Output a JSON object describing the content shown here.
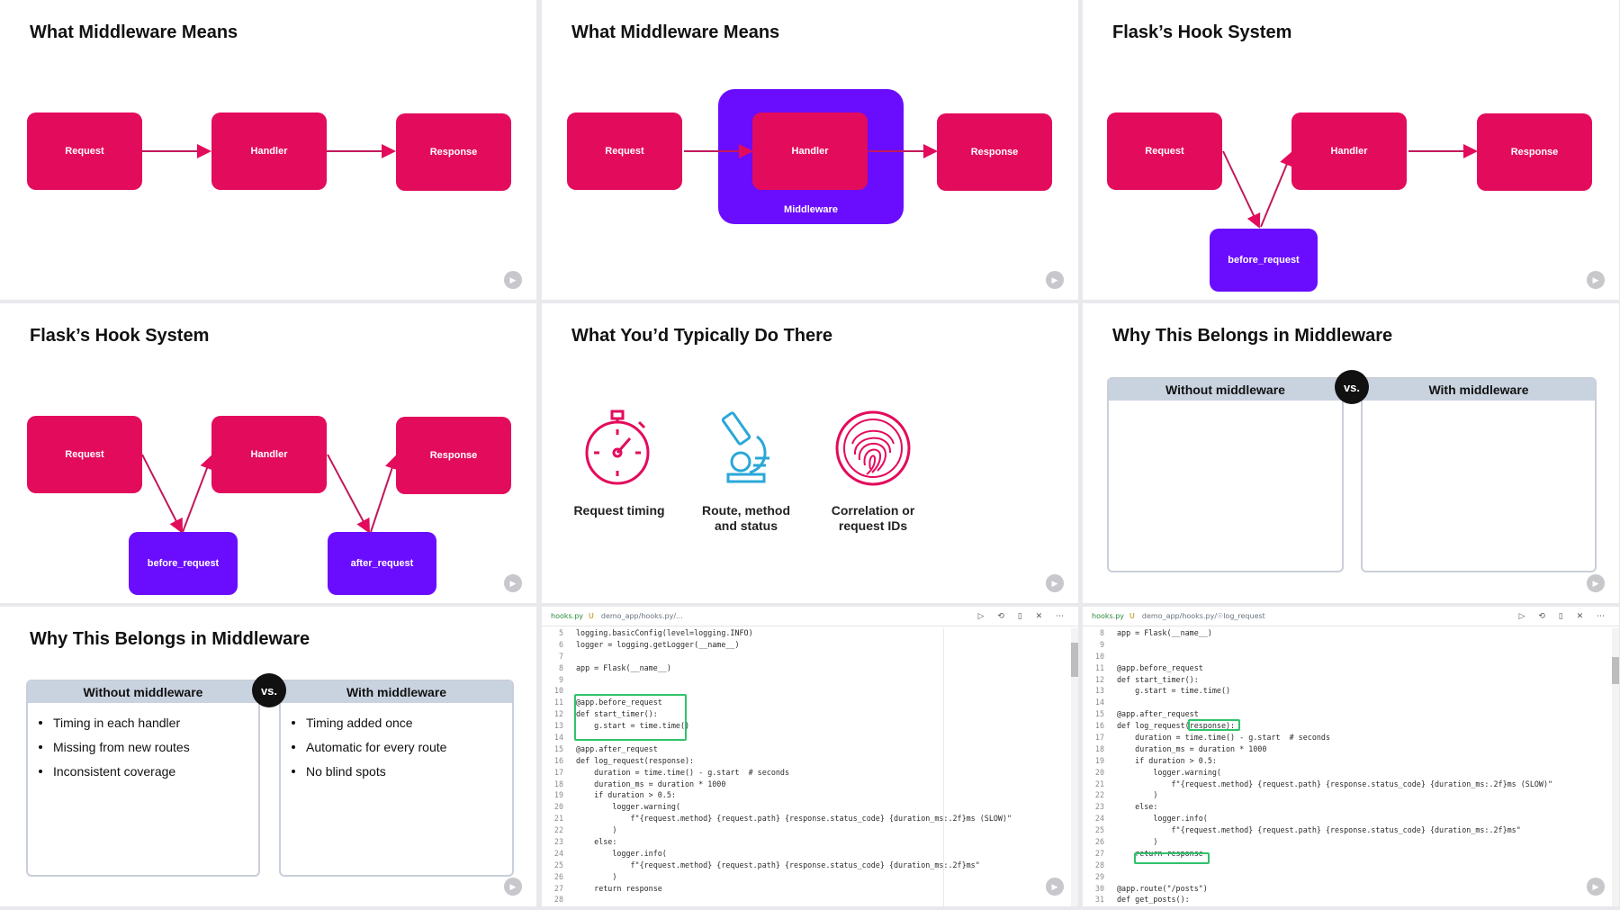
{
  "slides": {
    "s1": {
      "title": "What Middleware Means",
      "boxes": [
        "Request",
        "Handler",
        "Response"
      ]
    },
    "s2": {
      "title": "What Middleware Means",
      "boxes": [
        "Request",
        "Handler",
        "Response"
      ],
      "middleware": "Middleware"
    },
    "s3": {
      "title": "Flask’s Hook System",
      "boxes": [
        "Request",
        "Handler",
        "Response"
      ],
      "hooks": [
        "before_request"
      ]
    },
    "s4": {
      "title": "Flask’s Hook System",
      "boxes": [
        "Request",
        "Handler",
        "Response"
      ],
      "hooks": [
        "before_request",
        "after_request"
      ]
    },
    "s5": {
      "title": "What You’d Typically Do There",
      "items": [
        {
          "icon": "stopwatch-icon",
          "label": "Request timing",
          "color": "#e30b5c"
        },
        {
          "icon": "microscope-icon",
          "label": "Route, method\nand status",
          "color": "#2aa7d8"
        },
        {
          "icon": "fingerprint-icon",
          "label": "Correlation or\nrequest IDs",
          "color": "#e30b5c"
        }
      ]
    },
    "s6": {
      "title": "Why This Belongs in Middleware",
      "left_head": "Without middleware",
      "right_head": "With middleware",
      "vs": "vs."
    },
    "s7": {
      "title": "Why This Belongs in Middleware",
      "left_head": "Without middleware",
      "right_head": "With middleware",
      "vs": "vs.",
      "left_items": [
        "Timing in each handler",
        "Missing from new routes",
        "Inconsistent coverage"
      ],
      "right_items": [
        "Timing added once",
        "Automatic for every route",
        "No blind spots"
      ]
    },
    "s8": {
      "tab": {
        "file": "hooks.py",
        "status": "U",
        "path": "demo_app/hooks.py/..."
      },
      "lines": [
        {
          "n": "5",
          "t": "logging.basicConfig(level=logging.INFO)"
        },
        {
          "n": "6",
          "t": "logger = logging.getLogger(__name__)"
        },
        {
          "n": "7",
          "t": ""
        },
        {
          "n": "8",
          "t": "app = Flask(__name__)"
        },
        {
          "n": "9",
          "t": ""
        },
        {
          "n": "10",
          "t": ""
        },
        {
          "n": "11",
          "t": "@app.before_request"
        },
        {
          "n": "12",
          "t": "def start_timer():"
        },
        {
          "n": "13",
          "t": "    g.start = time.time()"
        },
        {
          "n": "14",
          "t": ""
        },
        {
          "n": "15",
          "t": "@app.after_request"
        },
        {
          "n": "16",
          "t": "def log_request(response):"
        },
        {
          "n": "17",
          "t": "    duration = time.time() - g.start  # seconds"
        },
        {
          "n": "18",
          "t": "    duration_ms = duration * 1000"
        },
        {
          "n": "19",
          "t": "    if duration > 0.5:"
        },
        {
          "n": "20",
          "t": "        logger.warning("
        },
        {
          "n": "21",
          "t": "            f\"{request.method} {request.path} {response.status_code} {duration_ms:.2f}ms (SLOW)\""
        },
        {
          "n": "22",
          "t": "        )"
        },
        {
          "n": "23",
          "t": "    else:"
        },
        {
          "n": "24",
          "t": "        logger.info("
        },
        {
          "n": "25",
          "t": "            f\"{request.method} {request.path} {response.status_code} {duration_ms:.2f}ms\""
        },
        {
          "n": "26",
          "t": "        )"
        },
        {
          "n": "27",
          "t": "    return response"
        },
        {
          "n": "28",
          "t": ""
        }
      ]
    },
    "s9": {
      "tab": {
        "file": "hooks.py",
        "status": "U",
        "path": "demo_app/hooks.py/☉log_request"
      },
      "lines": [
        {
          "n": "8",
          "t": "app = Flask(__name__)"
        },
        {
          "n": "9",
          "t": ""
        },
        {
          "n": "10",
          "t": ""
        },
        {
          "n": "11",
          "t": "@app.before_request"
        },
        {
          "n": "12",
          "t": "def start_timer():"
        },
        {
          "n": "13",
          "t": "    g.start = time.time()"
        },
        {
          "n": "14",
          "t": ""
        },
        {
          "n": "15",
          "t": "@app.after_request"
        },
        {
          "n": "16",
          "t": "def log_request(response):"
        },
        {
          "n": "17",
          "t": "    duration = time.time() - g.start  # seconds"
        },
        {
          "n": "18",
          "t": "    duration_ms = duration * 1000"
        },
        {
          "n": "19",
          "t": "    if duration > 0.5:"
        },
        {
          "n": "20",
          "t": "        logger.warning("
        },
        {
          "n": "21",
          "t": "            f\"{request.method} {request.path} {response.status_code} {duration_ms:.2f}ms (SLOW)\""
        },
        {
          "n": "22",
          "t": "        )"
        },
        {
          "n": "23",
          "t": "    else:"
        },
        {
          "n": "24",
          "t": "        logger.info("
        },
        {
          "n": "25",
          "t": "            f\"{request.method} {request.path} {response.status_code} {duration_ms:.2f}ms\""
        },
        {
          "n": "26",
          "t": "        )"
        },
        {
          "n": "27",
          "t": "    return response"
        },
        {
          "n": "28",
          "t": ""
        },
        {
          "n": "29",
          "t": ""
        },
        {
          "n": "30",
          "t": "@app.route(\"/posts\")"
        },
        {
          "n": "31",
          "t": "def get_posts():"
        }
      ]
    }
  },
  "colors": {
    "pink": "#e30b5c",
    "purple": "#6a0dff",
    "highlight": "#2fc36b"
  },
  "play_icon": "play-icon"
}
